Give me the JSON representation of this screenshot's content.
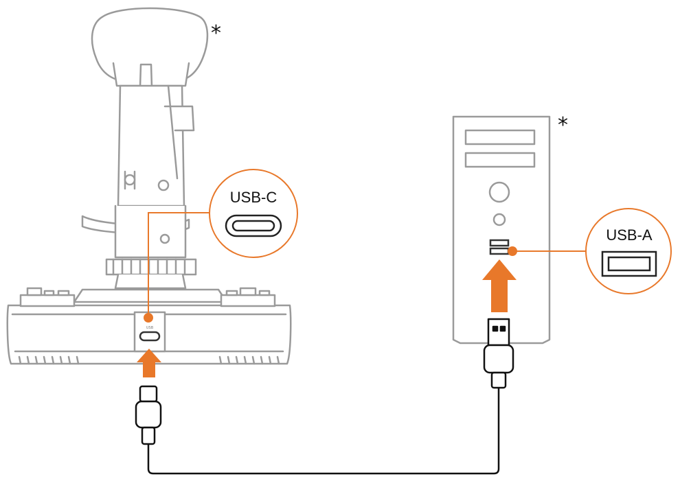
{
  "usb_c_callout": {
    "label": "USB-C"
  },
  "usb_a_callout": {
    "label": "USB-A"
  },
  "joystick": {
    "footnote_mark": "*",
    "port_tag": "USB"
  },
  "computer": {
    "footnote_mark": "*"
  },
  "colors": {
    "accent": "#e8782a",
    "line": "#111111",
    "device_stroke": "#9a9a9a",
    "device_fill": "#ffffff"
  }
}
